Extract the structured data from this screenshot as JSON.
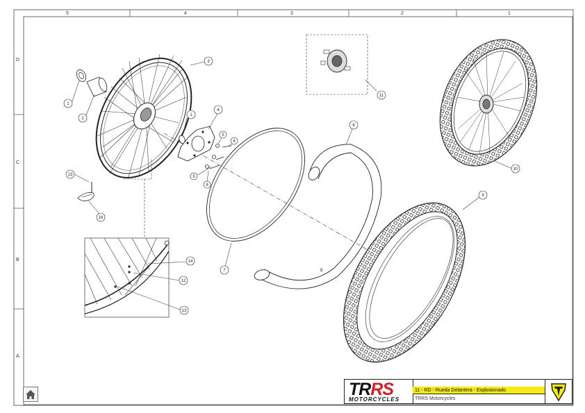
{
  "frame": {
    "columns": [
      "5",
      "4",
      "3",
      "2",
      "1"
    ],
    "rows": [
      "D",
      "C",
      "B",
      "A"
    ]
  },
  "callouts": [
    "1",
    "2",
    "3",
    "1",
    "4",
    "5",
    "6",
    "5",
    "6",
    "13",
    "16",
    "7",
    "8",
    "8",
    "11",
    "10",
    "9",
    "14",
    "12",
    "13"
  ],
  "title_block": {
    "logo_text_left": "TR",
    "logo_text_right": "RS",
    "logo_subtitle": "MOTORCYCLES",
    "title": "11 - RD - Rueda Delantera - Explosionado",
    "subtitle": "TRRS Motorcycles"
  },
  "icons": {
    "home": "home-icon",
    "badge": "trrs-emblem-icon"
  },
  "colors": {
    "title_bar": "#f5ea14",
    "logo_accent": "#d0202a",
    "line": "#222222"
  }
}
